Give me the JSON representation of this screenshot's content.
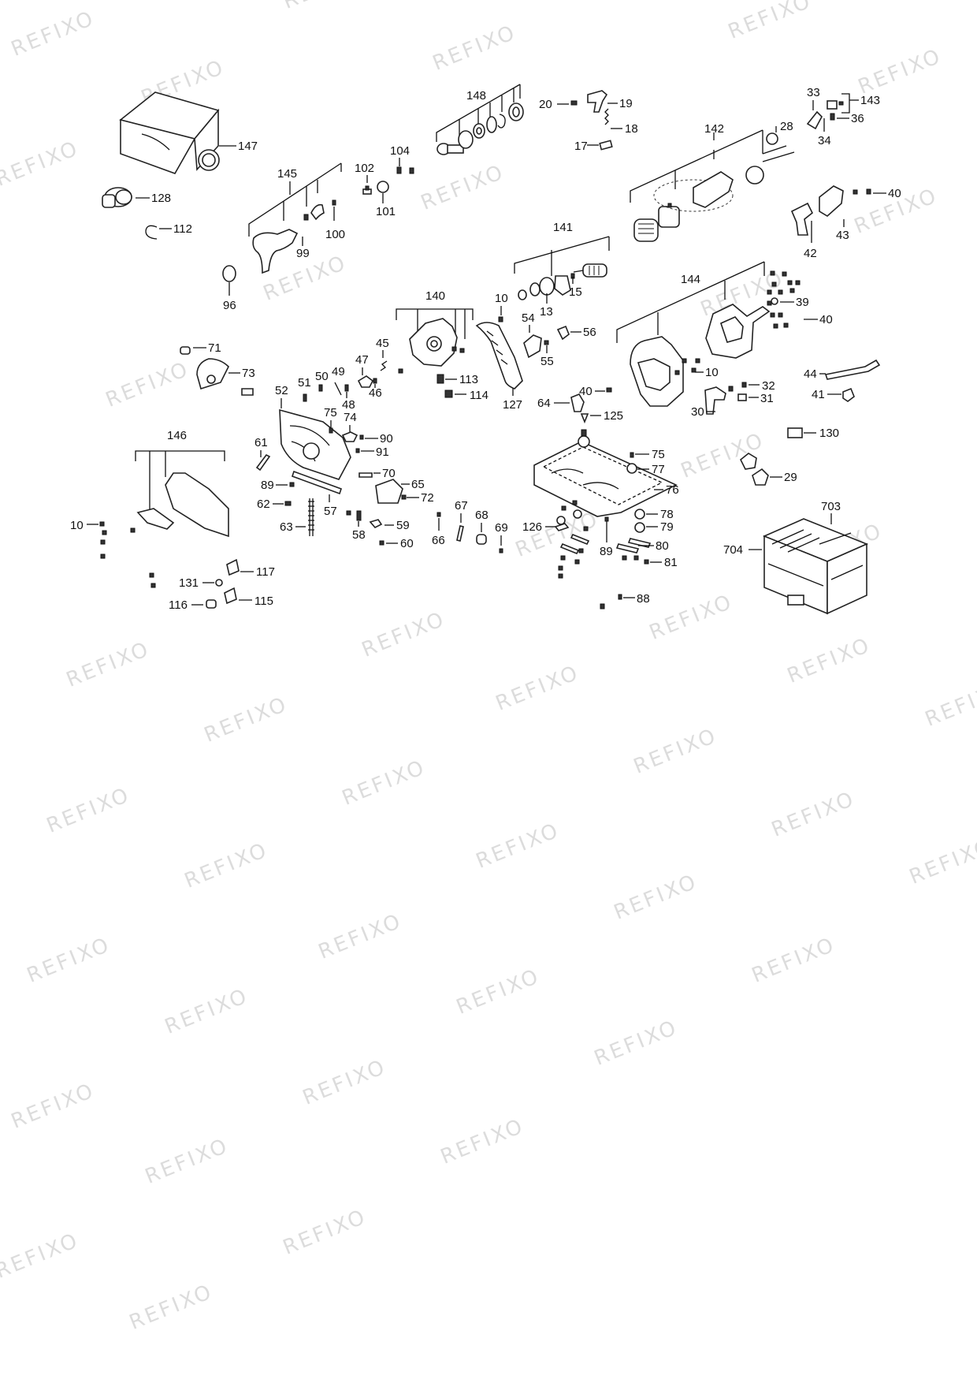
{
  "watermark_text": "REFIXO",
  "part_numbers": {
    "p147": "147",
    "p128": "128",
    "p112": "112",
    "p96": "96",
    "p145": "145",
    "p99": "99",
    "p100": "100",
    "p102": "102",
    "p101": "101",
    "p104": "104",
    "p148": "148",
    "p20": "20",
    "p19": "19",
    "p18": "18",
    "p17": "17",
    "p142": "142",
    "p28": "28",
    "p33": "33",
    "p143": "143",
    "p36": "36",
    "p34": "34",
    "p40a": "40",
    "p43": "43",
    "p42": "42",
    "p141": "141",
    "p15": "15",
    "p13": "13",
    "p10a": "10",
    "p144": "144",
    "p39": "39",
    "p40b": "40",
    "p140": "140",
    "p54": "54",
    "p56": "56",
    "p55": "55",
    "p71": "71",
    "p73": "73",
    "p45": "45",
    "p47": "47",
    "p46": "46",
    "p113": "113",
    "p114": "114",
    "p127": "127",
    "p10b": "10",
    "p40c": "40",
    "p64": "64",
    "p125": "125",
    "p32": "32",
    "p31": "31",
    "p30": "30",
    "p44": "44",
    "p41": "41",
    "p130": "130",
    "p52": "52",
    "p51": "51",
    "p50": "50",
    "p49": "49",
    "p48": "48",
    "p75a": "75",
    "p74": "74",
    "p90": "90",
    "p91": "91",
    "p61": "61",
    "p70": "70",
    "p65": "65",
    "p72": "72",
    "p89a": "89",
    "p62": "62",
    "p57": "57",
    "p63": "63",
    "p58": "58",
    "p59": "59",
    "p60": "60",
    "p146": "146",
    "p10c": "10",
    "p117": "117",
    "p131": "131",
    "p116": "116",
    "p115": "115",
    "p67": "67",
    "p68": "68",
    "p66": "66",
    "p69": "69",
    "p75b": "75",
    "p77": "77",
    "p76": "76",
    "p126": "126",
    "p89b": "89",
    "p78": "78",
    "p79": "79",
    "p80": "80",
    "p81": "81",
    "p88": "88",
    "p29": "29",
    "p703": "703",
    "p704": "704"
  }
}
